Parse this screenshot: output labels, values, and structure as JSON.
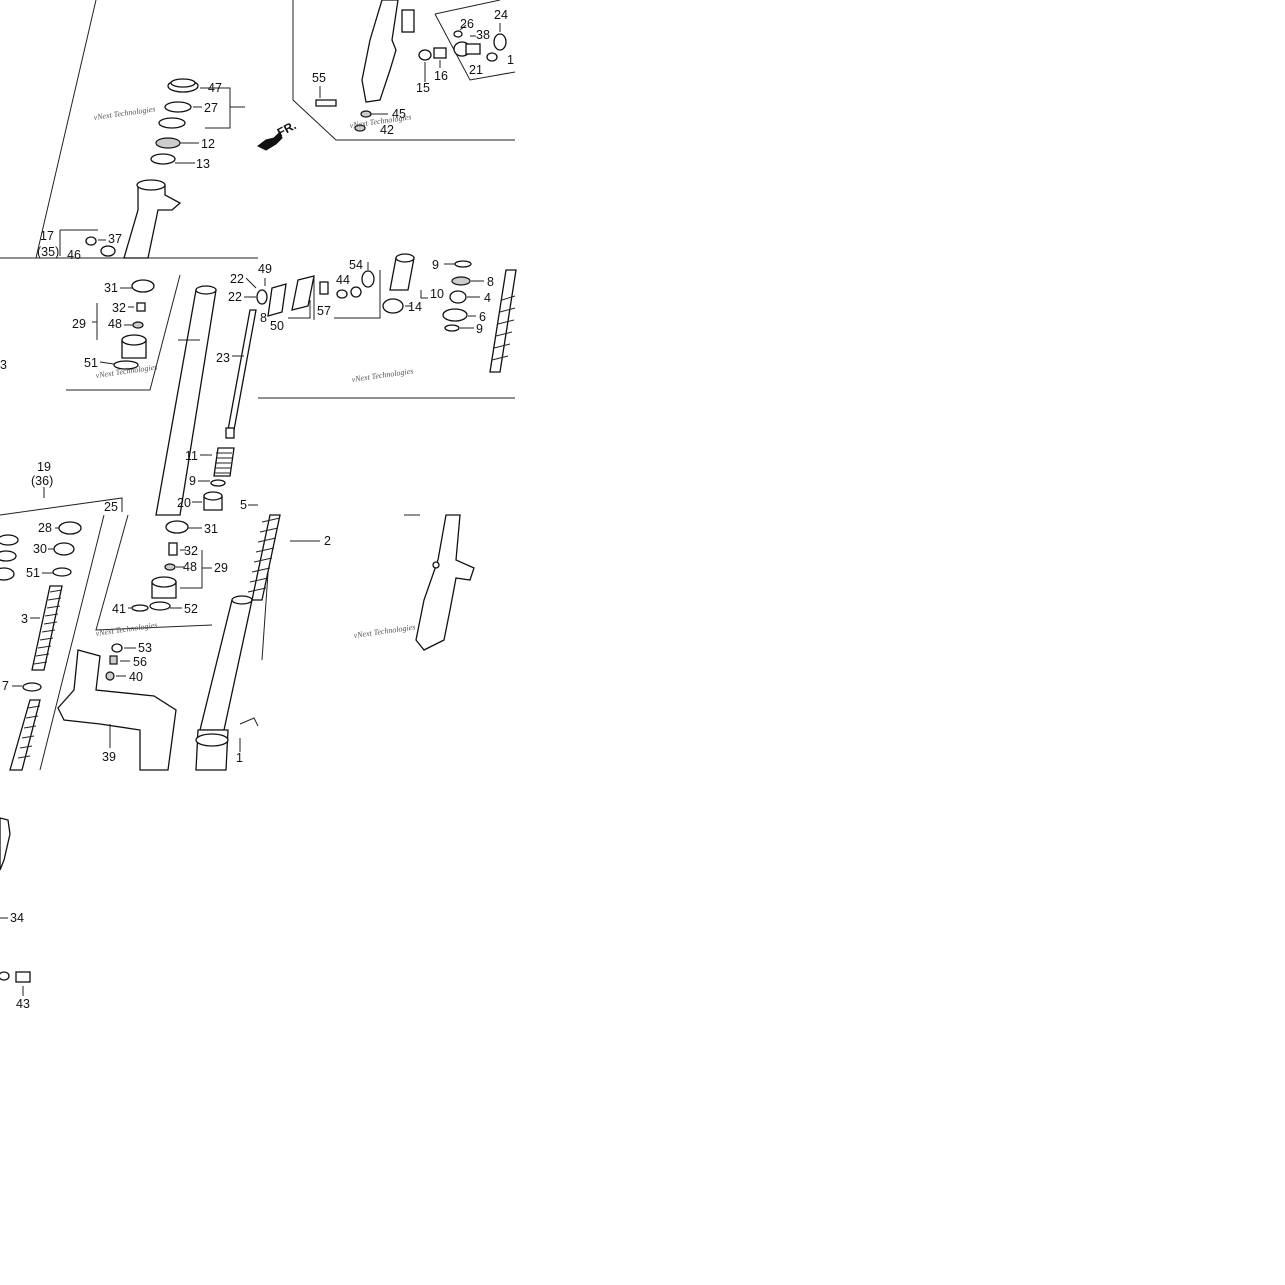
{
  "watermark": "vNext Technologies",
  "direction_label": "FR.",
  "callouts": {
    "p47": "47",
    "p27": "27",
    "p12": "12",
    "p13": "13",
    "p17": "17",
    "p35": "(35)",
    "p37": "37",
    "p46": "46",
    "p55": "55",
    "p45": "45",
    "p42": "42",
    "p26": "26",
    "p38": "38",
    "p24": "24",
    "p16": "16",
    "p15": "15",
    "p21": "21",
    "p1a": "1",
    "p31a": "31",
    "p32a": "32",
    "p29a": "29",
    "p48a": "48",
    "p51a": "51",
    "p3a": "3",
    "p22a": "22",
    "p22b": "22",
    "p49": "49",
    "p8a": "8",
    "p50": "50",
    "p23": "23",
    "p54": "54",
    "p44": "44",
    "p57": "57",
    "p10": "10",
    "p14": "14",
    "p9a": "9",
    "p8b": "8",
    "p4": "4",
    "p6": "6",
    "p9b": "9",
    "p11": "11",
    "p9c": "9",
    "p20": "20",
    "p5": "5",
    "p19": "19",
    "p36": "(36)",
    "p25": "25",
    "p28": "28",
    "p30": "30",
    "p51b": "51",
    "p3b": "3",
    "p7": "7",
    "p31b": "31",
    "p32b": "32",
    "p48b": "48",
    "p29b": "29",
    "p41": "41",
    "p52": "52",
    "p53": "53",
    "p56": "56",
    "p40": "40",
    "p39": "39",
    "p2": "2",
    "p1b": "1",
    "p34": "34",
    "p43": "43"
  }
}
